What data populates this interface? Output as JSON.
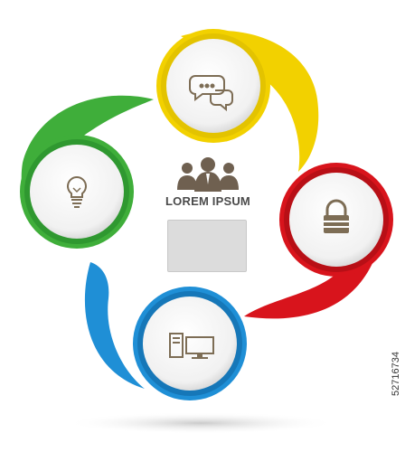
{
  "center": {
    "title": "LOREM IPSUM"
  },
  "stock_id": "52716734",
  "colors": {
    "yellow": "#f2d100",
    "red": "#d8141c",
    "blue": "#1f8fd6",
    "green": "#3fae3a",
    "icon": "#7d6d55"
  },
  "nodes": [
    {
      "color": "yellow",
      "icon": "chat-bubbles-icon"
    },
    {
      "color": "red",
      "icon": "padlock-icon"
    },
    {
      "color": "blue",
      "icon": "computer-icon"
    },
    {
      "color": "green",
      "icon": "lightbulb-icon"
    }
  ]
}
